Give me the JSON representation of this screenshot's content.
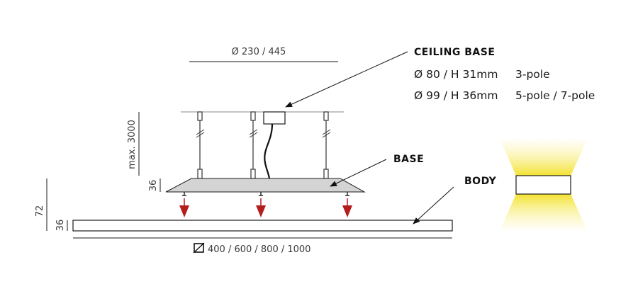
{
  "dimensions": {
    "canopy_width": "Ø 230 / 445",
    "suspension_max": "max. 3000",
    "base_height": "36",
    "total_height": "72",
    "body_height": "36",
    "body_length": "400 / 600 / 800 / 1000"
  },
  "labels": {
    "ceiling_base": "CEILING BASE",
    "base": "BASE",
    "body": "BODY"
  },
  "ceiling_base_specs": [
    {
      "size": "Ø 80 / H 31mm",
      "poles": "3-pole"
    },
    {
      "size": "Ø 99 / H 36mm",
      "poles": "5-pole / 7-pole"
    }
  ],
  "colors": {
    "line": "#1a1a1a",
    "grey_line": "#8a8a8a",
    "base_fill": "#d4d4d4",
    "arrow_red": "#b41d1d",
    "light_glow": "#f5e43a"
  },
  "icons": {
    "square_symbol": "square-dimension-icon"
  }
}
